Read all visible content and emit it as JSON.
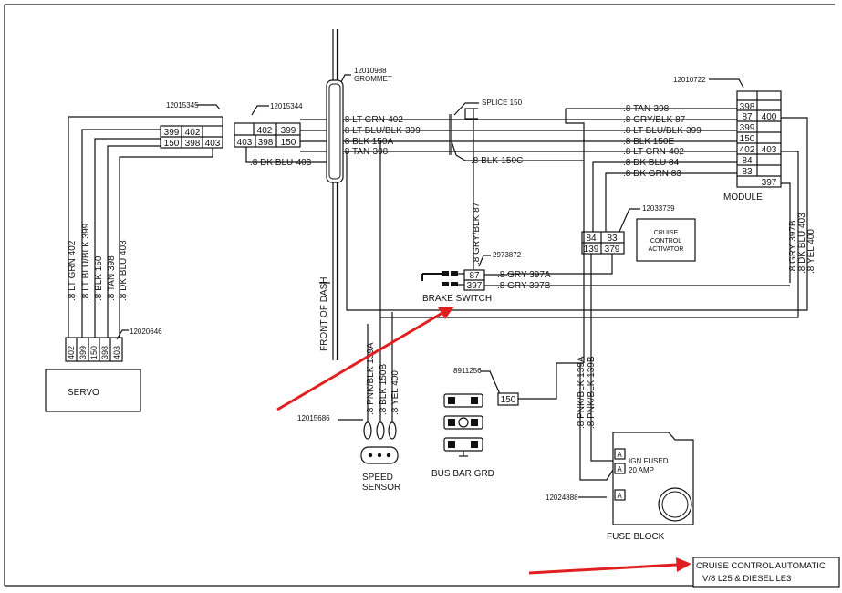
{
  "servo": {
    "part": "12015345",
    "conn_a": "12015344",
    "conn_b": "12020646",
    "pins_top": [
      "399",
      "402"
    ],
    "pins_bot": [
      "150",
      "398",
      "403"
    ],
    "a_top": [
      "402",
      "399"
    ],
    "a_bot": [
      "403",
      "398",
      "150"
    ],
    "wires": [
      ".8 LT GRN 402",
      ".8 LT BLU/BLK 399",
      ".8 BLK 150",
      ".8 TAN 398",
      ".8 DK BLU 403"
    ],
    "ladder": [
      "402",
      "399",
      "150",
      "398",
      "403"
    ],
    "label": "SERVO"
  },
  "bus_wires": [
    ".8 LT GRN-402",
    ".8 LT BLU/BLK-399",
    ".8 BLK 150A",
    ".8 TAN-398",
    ".8 DK BLU-403"
  ],
  "grommet": {
    "part": "12010988",
    "label": "GROMMET"
  },
  "splice": {
    "label": "SPLICE 150",
    "wire": ".8 BLK-150C"
  },
  "module": {
    "part": "12010722",
    "label": "MODULE",
    "pins_left": [
      "398",
      "87",
      "399",
      "150",
      "402",
      "84",
      "83"
    ],
    "pins_right": [
      "400",
      "403",
      "397"
    ],
    "wires": [
      ".8 TAN-398",
      ".8 GRY/BLK 87",
      ".8 LT BLU/BLK-399",
      ".8 BLK 150E",
      ".8 LT GRN-402",
      ".8 DK BLU 84",
      ".8 DK GRN 83"
    ],
    "right_wires": [
      ".8 GRY 397B",
      ".8 DK BLU 403",
      ".8 YEL 400"
    ]
  },
  "activator": {
    "part": "12033739",
    "pins": [
      "84",
      "83",
      "139",
      "379"
    ],
    "label_lines": [
      "CRUISE",
      "CONTROL",
      "ACTIVATOR"
    ]
  },
  "brake": {
    "part": "2973872",
    "wire_up": ".8 GRY/BLK 87",
    "pins": [
      "87",
      "397"
    ],
    "wires": [
      ".8 GRY 397A",
      ".8 GRY-397B"
    ],
    "label": "BRAKE SWITCH"
  },
  "dash": {
    "label": "FRONT OF DASH"
  },
  "speed": {
    "part": "12015686",
    "wires": [
      ".8 PNK/BLK 139A",
      ".8 BLK 150B",
      ".8 YEL 400"
    ],
    "label_lines": [
      "SPEED",
      "SENSOR"
    ]
  },
  "busbar": {
    "part": "8911256",
    "pin": "150",
    "label": "BUS BAR GRD"
  },
  "fuse": {
    "wires": [
      ".8 PNK/BLK 139A",
      ".8 PNK/BLK 139B"
    ],
    "label_lines": [
      "IGN FUSED",
      "20 AMP"
    ],
    "part": "12024888",
    "label": "FUSE BLOCK",
    "slot": "A"
  },
  "title_lines": [
    "CRUISE CONTROL AUTOMATIC",
    "V/8 L25 & DIESEL LE3"
  ],
  "arrows": {
    "color": "#e02020"
  }
}
